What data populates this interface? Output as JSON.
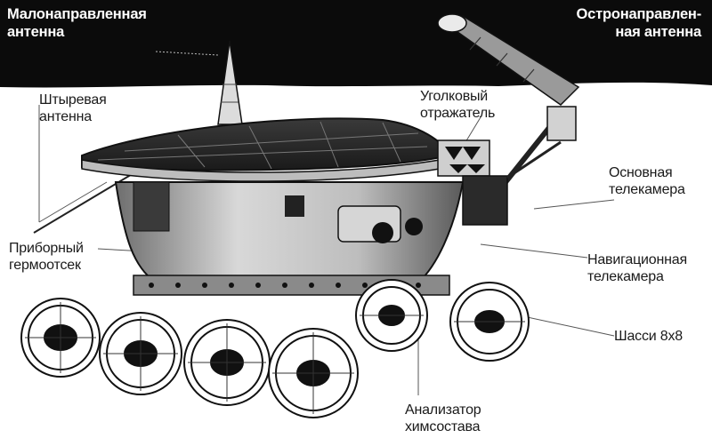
{
  "labels": {
    "low_gain_antenna": "Малонаправленная\nантенна",
    "high_gain_antenna": "Остронаправлен-\nная антенна",
    "whip_antenna": "Штыревая\nантенна",
    "corner_reflector": "Уголковый\nотражатель",
    "main_camera": "Основная\nтелекамера",
    "instrument_compartment": "Приборный\nгермоотсек",
    "navigation_camera": "Навигационная\nтелекамера",
    "chassis": "Шасси 8x8",
    "chemical_analyzer": "Анализатор\nхимсостава"
  },
  "colors": {
    "sky": "#0b0b0b",
    "ground": "#ffffff",
    "hull": "#b9b9b9",
    "metal_dark": "#2a2a2a"
  }
}
